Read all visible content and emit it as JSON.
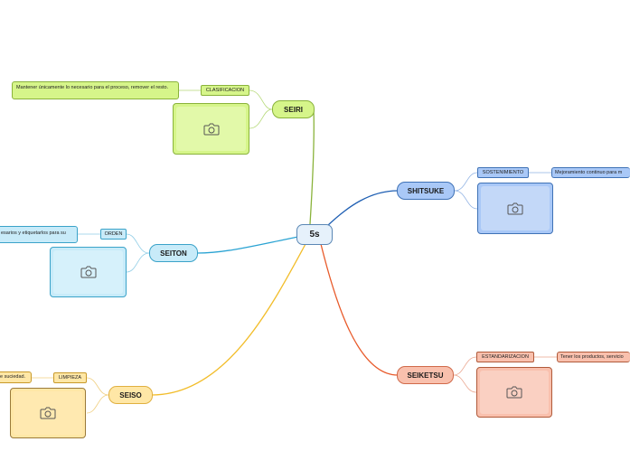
{
  "root": {
    "label": "5s",
    "icon": "camera-icon"
  },
  "branches": {
    "seiri": {
      "label": "SEIRI",
      "tag": "CLASIFICACION",
      "note": "Mantener únicamente lo necesario para el proceso, remover el resto.",
      "colors": {
        "fill": "#d6f58a",
        "border": "#8ab33b",
        "line": "#8ab33b",
        "photo": "#d6f58a"
      }
    },
    "seiton": {
      "label": "SEITON",
      "tag": "ORDEN",
      "note": "esarios y etiquetarlos para su",
      "colors": {
        "fill": "#c8ebf9",
        "border": "#3ba3c9",
        "line": "#2aa3d3",
        "photo": "#c8ebf9"
      }
    },
    "seiso": {
      "label": "SEISO",
      "tag": "LIMPIEZA",
      "note": "e suciedad.",
      "colors": {
        "fill": "#ffe7a6",
        "border": "#e0b040",
        "line": "#f2bd2a",
        "photo": "#ffe7a6"
      }
    },
    "shitsuke": {
      "label": "SHITSUKE",
      "tag": "SOSTENIMIENTO",
      "note": "Mejoramiento continuo para m",
      "colors": {
        "fill": "#a9c8f7",
        "border": "#3f72b6",
        "line": "#1f5fb3",
        "photo": "#c3d8f8"
      }
    },
    "seiketsu": {
      "label": "SEIKETSU",
      "tag": "ESTANDARIZACION",
      "note": "Tener los productos, servicio",
      "colors": {
        "fill": "#f9c0ad",
        "border": "#d06a4a",
        "line": "#e85a2a",
        "photo": "#fad0c2"
      }
    }
  }
}
